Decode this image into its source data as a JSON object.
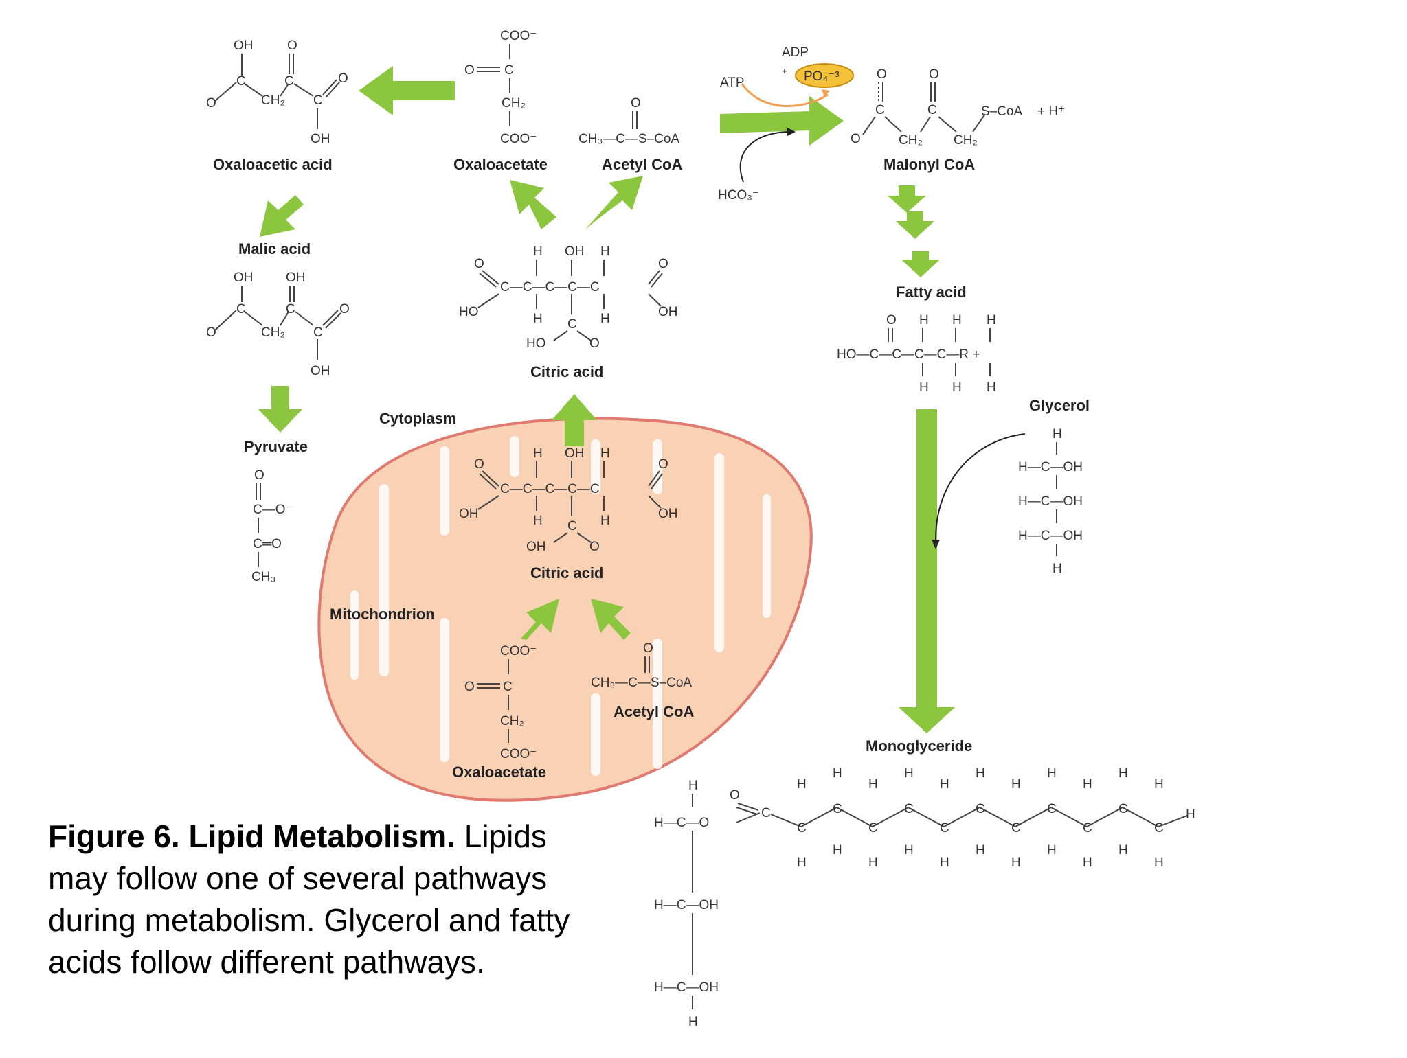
{
  "caption": {
    "bold": "Figure 6. Lipid Metabolism.",
    "text": " Lipids may follow one of several pathways during metabolism. Glycerol and fatty acids follow different pathways."
  },
  "regions": {
    "cytoplasm": "Cytoplasm",
    "mitochondrion": "Mitochondrion"
  },
  "compounds": {
    "oxaloacetic_acid": "Oxaloacetic acid",
    "oxaloacetate_top": "Oxaloacetate",
    "acetyl_coa_top": "Acetyl CoA",
    "malonyl_coa": "Malonyl CoA",
    "malic_acid": "Malic acid",
    "citric_acid_top": "Citric acid",
    "fatty_acid": "Fatty acid",
    "pyruvate": "Pyruvate",
    "glycerol": "Glycerol",
    "citric_acid_mito": "Citric acid",
    "acetyl_coa_mito": "Acetyl CoA",
    "oxaloacetate_mito": "Oxaloacetate",
    "monoglyceride": "Monoglyceride"
  },
  "reagents": {
    "atp": "ATP",
    "adp": "ADP",
    "plus": "+",
    "phosphate": "PO₄⁻³",
    "bicarbonate": "HCO₃⁻",
    "coa_plus_h": "+ H⁺"
  },
  "colors": {
    "arrow": "#8cc63f",
    "mitochondrion_fill": "#f9d2b6",
    "mitochondrion_outline": "#e07a70",
    "phosphate_fill": "#f3c23a",
    "reaction_curve": "#f0a050"
  }
}
